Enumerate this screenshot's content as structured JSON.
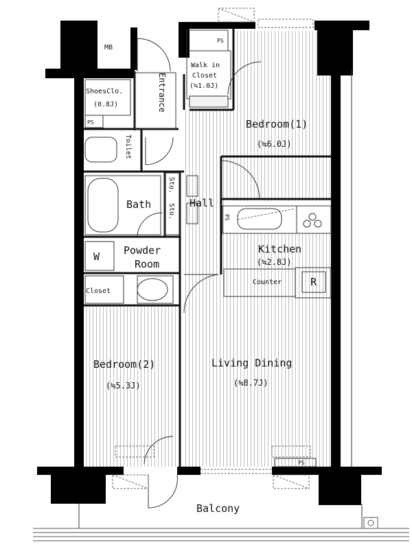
{
  "rooms": {
    "mb": "MB",
    "walk_in_closet": [
      "Walk in",
      "Closet",
      "(≒1.0J)"
    ],
    "entrance": "Entrance",
    "shoes_closet": [
      "ShoesClo.",
      "(0.8J)"
    ],
    "ps": "PS",
    "toilet": "Toilet",
    "bedroom1": [
      "Bedroom(1)",
      "(≒6.0J)"
    ],
    "sto": "Sto.",
    "hall": "Hall",
    "bath": "Bath",
    "kitchen": [
      "Kitchen",
      "(≒2.8J)"
    ],
    "counter": "Counter",
    "fridge": "R",
    "washer": "W",
    "powder_room": [
      "Powder",
      "Room"
    ],
    "closet": "Closet",
    "living_dining": [
      "Living Dining",
      "(≒8.7J)"
    ],
    "bedroom2": [
      "Bedroom(2)",
      "(≒5.3J)"
    ],
    "balcony": "Balcony"
  }
}
